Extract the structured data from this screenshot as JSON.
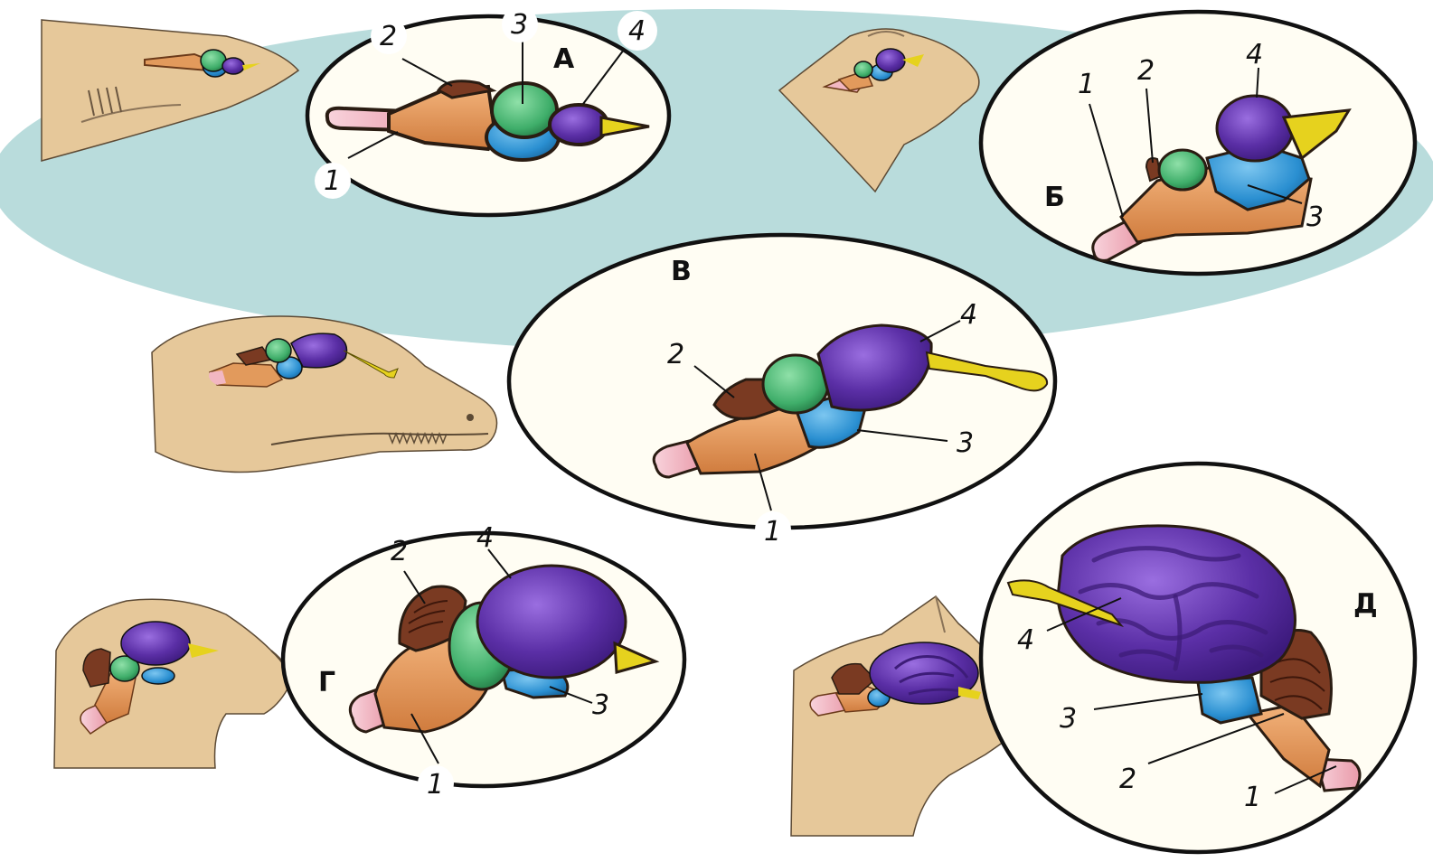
{
  "colors": {
    "water": "#b9dcdc",
    "head": "#e6c89a",
    "spinal_pink": "#f2b7c2",
    "medulla_orange": "#e29a5c",
    "cerebellum_brown": "#7a3a22",
    "midbrain_green": "#3fae6a",
    "diencephalon_blue": "#2a8fd1",
    "forebrain_purple": "#5b2fa6",
    "olfactory_yellow": "#e6d21e"
  },
  "panels": {
    "a": {
      "letter": "А",
      "labels": [
        "1",
        "2",
        "3",
        "4"
      ]
    },
    "b": {
      "letter": "Б",
      "labels": [
        "1",
        "2",
        "3",
        "4"
      ]
    },
    "v": {
      "letter": "В",
      "labels": [
        "1",
        "2",
        "3",
        "4"
      ]
    },
    "g": {
      "letter": "Г",
      "labels": [
        "1",
        "2",
        "3",
        "4"
      ]
    },
    "d": {
      "letter": "Д",
      "labels": [
        "1",
        "2",
        "3",
        "4"
      ]
    }
  },
  "icons": [
    "shark-head-icon",
    "frog-head-icon",
    "crocodile-head-icon",
    "bird-head-icon",
    "cat-head-icon"
  ]
}
